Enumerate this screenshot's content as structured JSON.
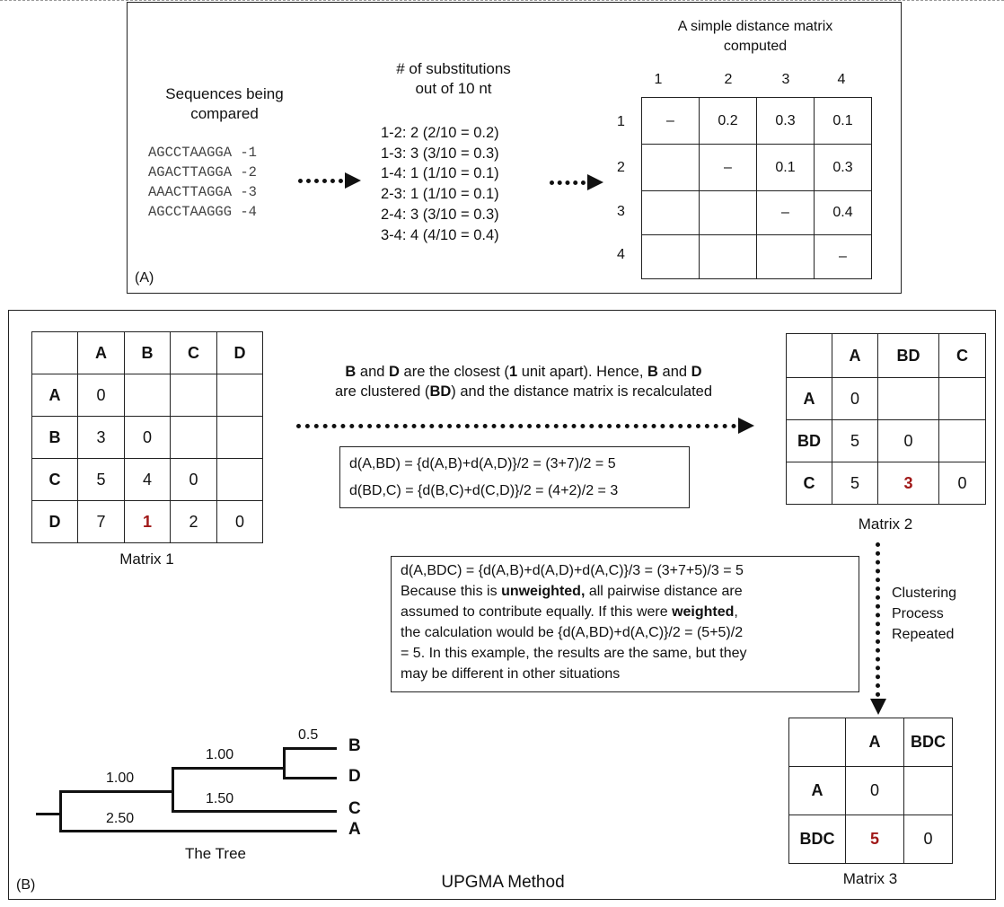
{
  "panel_a": {
    "label": "(A)",
    "sequences_title_1": "Sequences being",
    "sequences_title_2": "compared",
    "sequences": [
      "AGCCTAAGGA -1",
      "AGACTTAGGA -2",
      "AAACTTAGGA -3",
      "AGCCTAAGGG -4"
    ],
    "subs_title_1": "# of substitutions",
    "subs_title_2": "out of 10 nt",
    "substitutions": [
      "1-2: 2 (2/10 = 0.2)",
      "1-3: 3 (3/10 = 0.3)",
      "1-4: 1 (1/10 = 0.1)",
      "2-3: 1 (1/10 = 0.1)",
      "2-4: 3 (3/10 = 0.3)",
      "3-4: 4 (4/10 = 0.4)"
    ],
    "matrix_title_1": "A simple distance matrix",
    "matrix_title_2": "computed",
    "matrix": {
      "col_headers": [
        "1",
        "2",
        "3",
        "4"
      ],
      "row_headers": [
        "1",
        "2",
        "3",
        "4"
      ],
      "rows": [
        [
          "–",
          "0.2",
          "0.3",
          "0.1"
        ],
        [
          "",
          "–",
          "0.1",
          "0.3"
        ],
        [
          "",
          "",
          "–",
          "0.4"
        ],
        [
          "",
          "",
          "",
          "–"
        ]
      ]
    }
  },
  "panel_b": {
    "label": "(B)",
    "method": "UPGMA Method",
    "matrix1": {
      "caption": "Matrix 1",
      "header": [
        "",
        "A",
        "B",
        "C",
        "D"
      ],
      "rows": [
        [
          "A",
          "0",
          "",
          "",
          ""
        ],
        [
          "B",
          "3",
          "0",
          "",
          ""
        ],
        [
          "C",
          "5",
          "4",
          "0",
          ""
        ],
        [
          "D",
          "7",
          "1",
          "2",
          "0"
        ]
      ]
    },
    "matrix2": {
      "caption": "Matrix 2",
      "header": [
        "",
        "A",
        "BD",
        "C"
      ],
      "rows": [
        [
          "A",
          "0",
          "",
          ""
        ],
        [
          "BD",
          "5",
          "0",
          ""
        ],
        [
          "C",
          "5",
          "3",
          "0"
        ]
      ]
    },
    "matrix3": {
      "caption": "Matrix 3",
      "header": [
        "",
        "A",
        "BDC"
      ],
      "rows": [
        [
          "A",
          "0",
          ""
        ],
        [
          "BDC",
          "5",
          "0"
        ]
      ]
    },
    "cluster_note": {
      "b1": "B",
      "t1": " and ",
      "b2": "D",
      "t2": " are the closest (",
      "b3": "1",
      "t3": " unit apart). Hence, ",
      "b4": "B",
      "t4": " and ",
      "b5": "D",
      "t5": "are clustered (",
      "b6": "BD",
      "t6": ") and the distance matrix is recalculated"
    },
    "formulas": [
      "d(A,BD) = {d(A,B)+d(A,D)}/2 = (3+7)/2 = 5",
      "d(BD,C) = {d(B,C)+d(C,D)}/2 = (4+2)/2 = 3"
    ],
    "explanation": {
      "line1": "d(A,BDC) = {d(A,B)+d(A,D)+d(A,C)}/3 = (3+7+5)/3 = 5",
      "p2a": "Because this is ",
      "p2b": "unweighted,",
      "p2c": " all pairwise distance are",
      "p3a": "assumed to contribute equally. If this were ",
      "p3b": "weighted",
      "p3c": ",",
      "line4": "the calculation would be {d(A,BD)+d(A,C)}/2 = (5+5)/2",
      "line5": "= 5. In this example, the results are the same, but they",
      "line6": "may be different in other situations"
    },
    "clustering_label": [
      "Clustering",
      "Process",
      "Repeated"
    ],
    "tree": {
      "caption": "The Tree",
      "leaves": [
        "B",
        "D",
        "C",
        "A"
      ],
      "branch_labels": [
        "0.5",
        "1.00",
        "1.00",
        "1.50",
        "2.50"
      ]
    }
  }
}
